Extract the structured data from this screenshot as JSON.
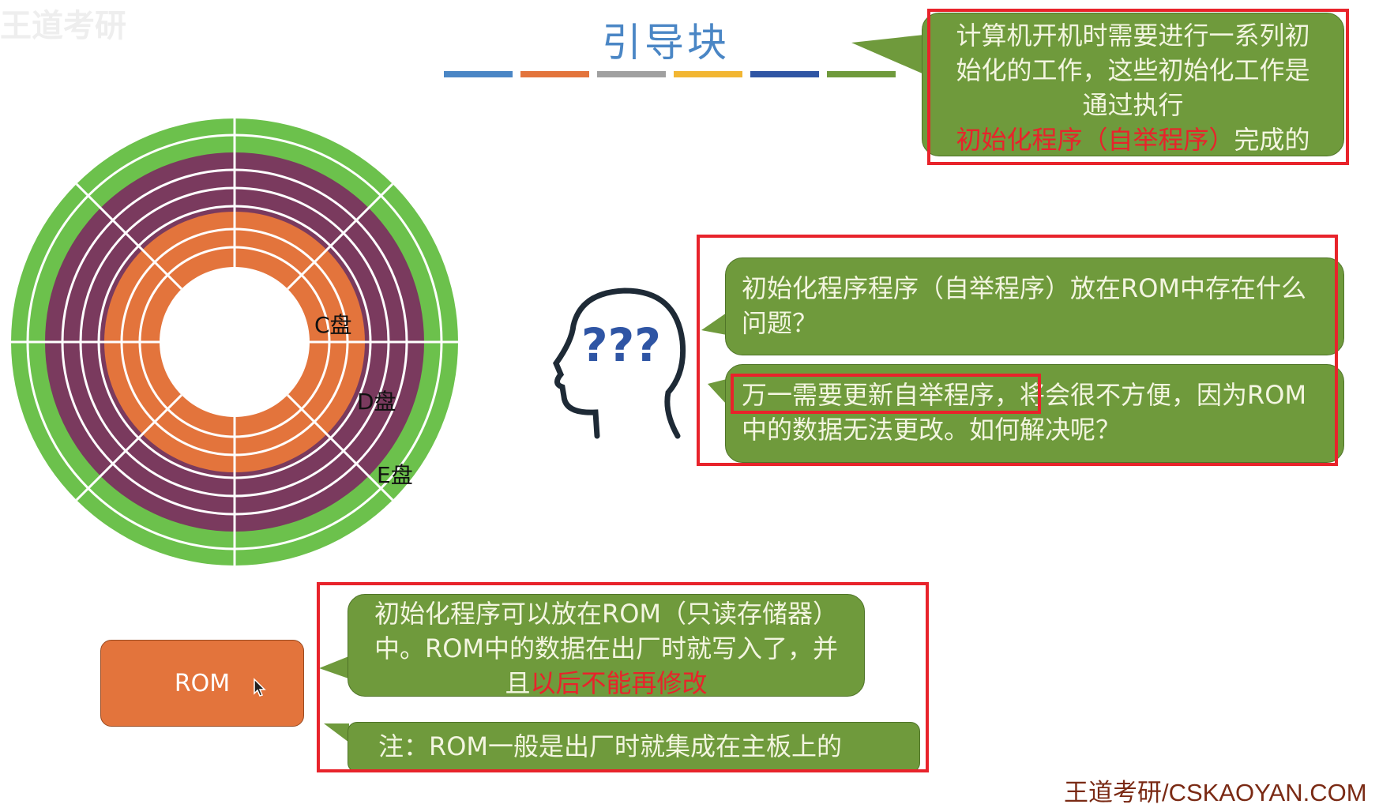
{
  "title": "引导块",
  "bar_colors": [
    "#4a86c5",
    "#e3743c",
    "#a0a0a0",
    "#f2b632",
    "#2f55a4",
    "#6f9a3c"
  ],
  "colors": {
    "green": "#6f9a3c",
    "red": "#e8232b",
    "orange": "#e3743c",
    "purple": "#7a3a5e",
    "disk_green": "#6cc14c"
  },
  "top_watermark": "王道考研",
  "disk": {
    "labels": [
      "C盘",
      "D盘",
      "E盘"
    ]
  },
  "bubble_top": {
    "part1": "计算机开机时需要进行一系列初始化的工作，这些初始化工作是通过执行",
    "highlight": "初始化程序（自举程序）",
    "part2": "完成的"
  },
  "bubble_question": "初始化程序程序（自举程序）放在ROM中存在什么问题？",
  "bubble_answer": {
    "highlight": "万一需要更新自举程序，",
    "rest": "将会很不方便，因为ROM中的数据无法更改。如何解决呢？"
  },
  "bubble_rom": {
    "part1": "初始化程序可以放在ROM（只读存储器）中。ROM中的数据在出厂时就写入了，并且",
    "highlight": "以后不能再修改"
  },
  "bubble_note": "注：ROM一般是出厂时就集成在主板上的",
  "rom_button": "ROM",
  "watermark": "王道考研/CSKAOYAN.COM"
}
